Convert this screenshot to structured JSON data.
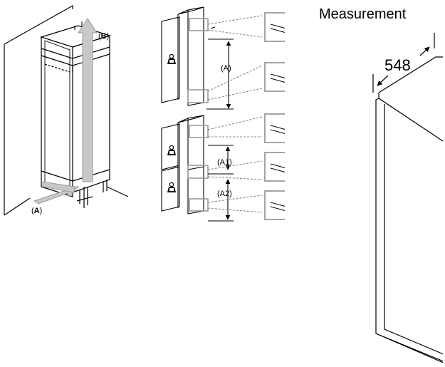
{
  "figure1": {
    "label_a_open": "(",
    "label_a": "A",
    "label_a_close": ")",
    "label_b_open": "(",
    "label_b": "B",
    "label_b_close": ")"
  },
  "figure2": {
    "single_door": {
      "height_label": "(A)"
    },
    "double_door": {
      "upper_label": "(A1)",
      "lower_label": "(A2)"
    }
  },
  "figure3": {
    "title": "Measurement",
    "depth_value": "548"
  },
  "colors": {
    "line": "#000000",
    "arrow_fill": "#c8c8c8",
    "detail_box": "#9a9a9a",
    "dashed": "#888888"
  },
  "icons": [
    "weight-icon",
    "weight-icon",
    "weight-icon"
  ]
}
